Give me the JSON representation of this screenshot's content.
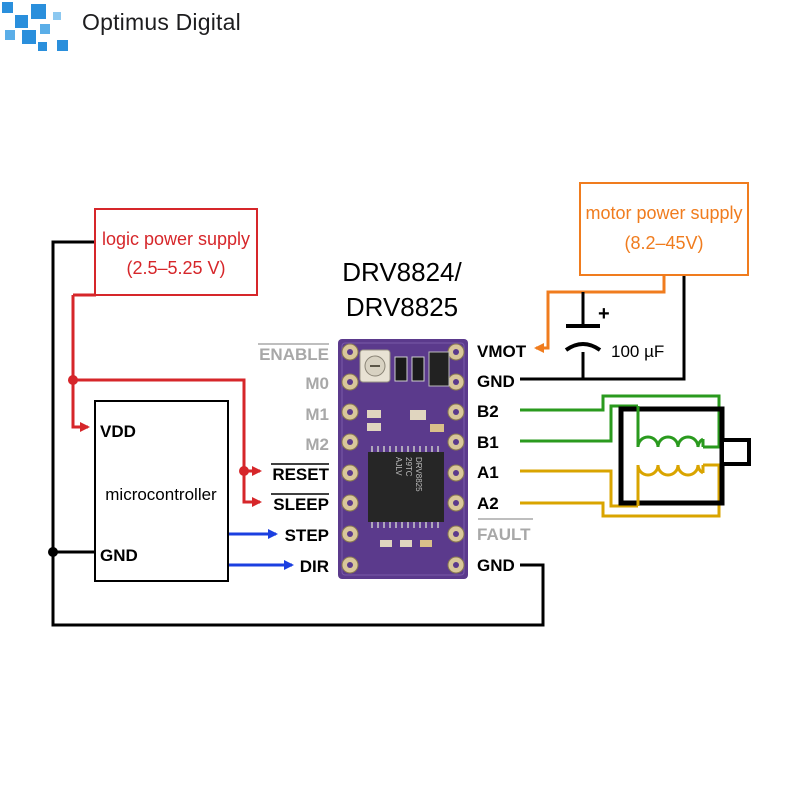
{
  "brand": {
    "name": "Optimus Digital",
    "logo_icon": "optimus-digital-logo-icon",
    "color": "#2a8fdc"
  },
  "diagram": {
    "chip_title_line1": "DRV8824/",
    "chip_title_line2": "DRV8825",
    "logic_supply": {
      "title": "logic power supply",
      "range": "(2.5–5.25 V)",
      "color": "#d6262a"
    },
    "motor_supply": {
      "title": "motor power supply",
      "range": "(8.2–45V)",
      "color": "#f07c1e"
    },
    "capacitor": {
      "value": "100 µF",
      "polarity": "+"
    },
    "microcontroller": {
      "label": "microcontroller",
      "vdd": "VDD",
      "gnd": "GND"
    },
    "left_pins": {
      "enable": "ENABLE",
      "m0": "M0",
      "m1": "M1",
      "m2": "M2",
      "reset": "RESET",
      "sleep": "SLEEP",
      "step": "STEP",
      "dir": "DIR"
    },
    "right_pins": {
      "vmot": "VMOT",
      "gnd_top": "GND",
      "b2": "B2",
      "b1": "B1",
      "a1": "A1",
      "a2": "A2",
      "fault": "FAULT",
      "gnd_bottom": "GND"
    },
    "ic_marking": {
      "line1": "DRV8825",
      "line2": "29TC",
      "line3": "AJLV"
    },
    "colors": {
      "logic_wire": "#d6262a",
      "signal_wire": "#1b3fe0",
      "motor_wire": "#f07c1e",
      "coil_b": "#2a9a1e",
      "coil_a": "#d9a400",
      "ground_wire": "#000000",
      "board": "#5b3a8c",
      "inactive_pin_text": "#a8a8a8"
    }
  }
}
